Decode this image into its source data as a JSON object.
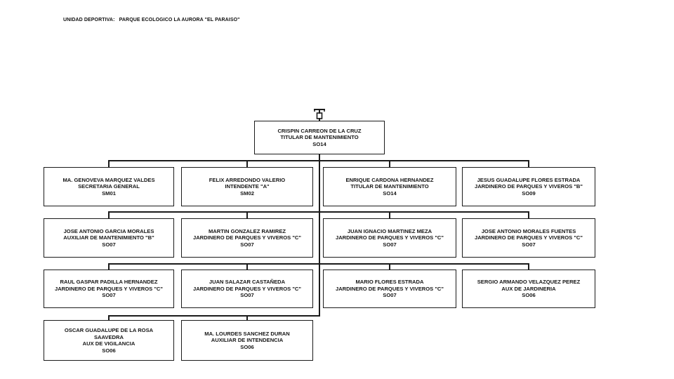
{
  "page_title": "UNIDAD DEPORTIVA:   PARQUE ECOLOGICO LA AURORA \"EL PARAISO\"",
  "icons": {
    "pin_icon": "org-chart-pin"
  },
  "chart": {
    "root": {
      "name": "CRISPIN CARREON DE LA CRUZ",
      "title": "TITULAR DE MANTENIMIENTO",
      "code": "SO14"
    },
    "rows": [
      [
        {
          "name": "MA. GENOVEVA MARQUEZ VALDES",
          "title": "SECRETARIA GENERAL",
          "code": "SM01"
        },
        {
          "name": "FELIX ARREDONDO VALERIO",
          "title": "INTENDENTE \"A\"",
          "code": "SM02"
        },
        {
          "name": "ENRIQUE CARDONA HERNANDEZ",
          "title": "TITULAR DE MANTENIMIENTO",
          "code": "SO14"
        },
        {
          "name": "JESUS GUADALUPE FLORES ESTRADA",
          "title": "JARDINERO DE PARQUES Y VIVEROS \"B\"",
          "code": "SO09"
        }
      ],
      [
        {
          "name": "JOSE ANTONIO GARCIA MORALES",
          "title": "AUXILIAR DE MANTENIMIENTO \"B\"",
          "code": "SO07"
        },
        {
          "name": "MARTIN GONZALEZ RAMIREZ",
          "title": "JARDINERO DE PARQUES Y VIVEROS \"C\"",
          "code": "SO07"
        },
        {
          "name": "JUAN IGNACIO MARTINEZ MEZA",
          "title": "JARDINERO DE PARQUES Y VIVEROS \"C\"",
          "code": "SO07"
        },
        {
          "name": "JOSE ANTONIO MORALES FUENTES",
          "title": "JARDINERO DE PARQUES Y VIVEROS \"C\"",
          "code": "SO07"
        }
      ],
      [
        {
          "name": "RAUL GASPAR PADILLA HERNANDEZ",
          "title": "JARDINERO DE PARQUES Y VIVEROS \"C\"",
          "code": "SO07"
        },
        {
          "name": "JUAN SALAZAR CASTAÑEDA",
          "title": "JARDINERO DE PARQUES Y VIVEROS \"C\"",
          "code": "SO07"
        },
        {
          "name": "MARIO FLORES ESTRADA",
          "title": "JARDINERO DE PARQUES Y VIVEROS \"C\"",
          "code": "SO07"
        },
        {
          "name": "SERGIO ARMANDO VELAZQUEZ PEREZ",
          "title": "AUX  DE JARDINERIA",
          "code": "SO06"
        }
      ],
      [
        {
          "name": "OSCAR GUADALUPE DE LA ROSA\nSAAVEDRA",
          "title": "AUX DE VIGILANCIA",
          "code": "SO06"
        },
        {
          "name": "MA. LOURDES SANCHEZ DURAN",
          "title": "AUXILIAR DE INTENDENCIA",
          "code": "SO06"
        }
      ]
    ]
  }
}
